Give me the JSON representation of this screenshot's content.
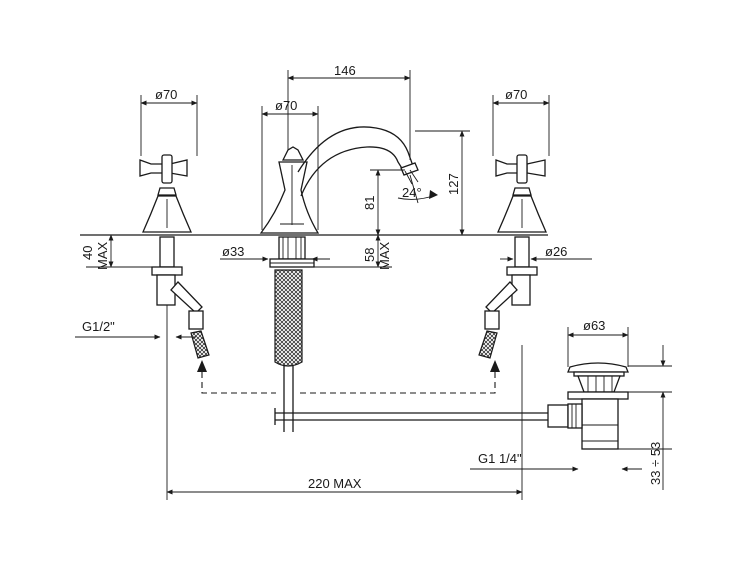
{
  "dimensions": {
    "spout_offset": "146",
    "handle_left_dia": "ø70",
    "spout_base_dia": "ø70",
    "handle_right_dia": "ø70",
    "spout_height": "81",
    "total_height": "127",
    "spout_angle": "24°",
    "deck_thickness": "40",
    "deck_thickness_max": "MAX",
    "shank_length": "58",
    "shank_length_max": "MAX",
    "spout_shank_dia": "ø33",
    "valve_shank_dia": "ø26",
    "inlet_thread": "G1/2\"",
    "drain_dia": "ø63",
    "drain_thread": "G1  1/4\"",
    "drain_range": "33 ÷ 53",
    "center_spread": "220  MAX"
  }
}
